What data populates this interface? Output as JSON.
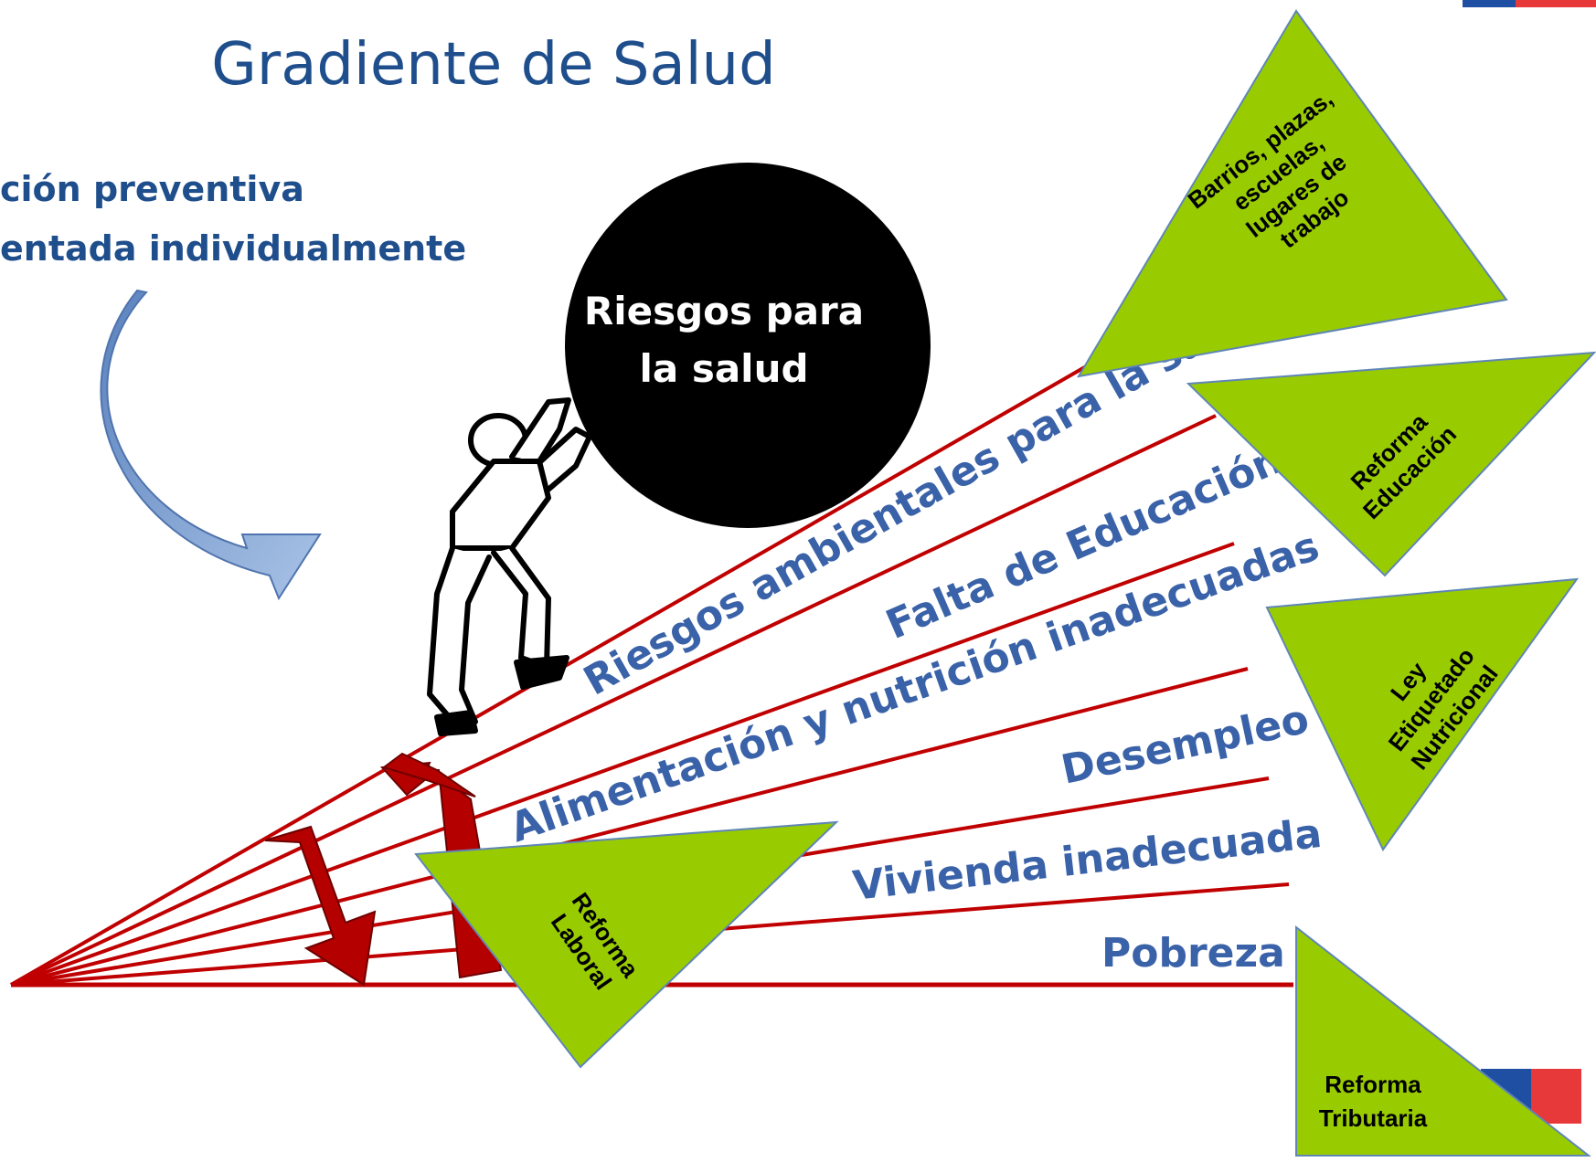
{
  "title": "Gradiente de Salud",
  "intro": {
    "line1": "ción preventiva",
    "line2": "entada  individualmente"
  },
  "circle": {
    "line1": "Riesgos para",
    "line2": "la salud"
  },
  "rays": [
    {
      "label": "Riesgos ambientales para la salud"
    },
    {
      "label": "Falta de Educación"
    },
    {
      "label": "Alimentación y nutrición inadecuadas"
    },
    {
      "label": "Desempleo"
    },
    {
      "label": "Vivienda inadecuada"
    },
    {
      "label": "Pobreza"
    }
  ],
  "triangles": {
    "barrios": [
      "Barrios, plazas,",
      "escuelas,",
      "lugares de",
      "trabajo"
    ],
    "educacion": [
      "Reforma",
      "Educación"
    ],
    "etiquetado": [
      "Ley",
      "Etiquetado",
      "Nutricional"
    ],
    "laboral": [
      "Reforma",
      "Laboral"
    ],
    "tributaria": [
      "Reforma",
      "Tributaria"
    ]
  },
  "colors": {
    "ray": "#C00000",
    "arrow": "#B50000",
    "triangle": "#99CC00",
    "label_blue": "#3A62A8",
    "title_blue": "#1F4E8C",
    "curved_arrow": "#7FA3D2"
  }
}
